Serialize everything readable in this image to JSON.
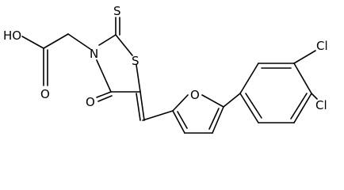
{
  "molecule": {
    "atoms": {
      "hydroxyl": "HO",
      "carbonyl_oxygen_acid": "O",
      "ring_nitrogen": "N",
      "thione_sulfur": "S",
      "ring_sulfur": "S",
      "ketone_oxygen": "O",
      "furan_oxygen": "O",
      "chlorine_top": "Cl",
      "chlorine_bottom": "Cl"
    },
    "colors": {
      "ink": "#000000",
      "background": "#ffffff"
    }
  }
}
